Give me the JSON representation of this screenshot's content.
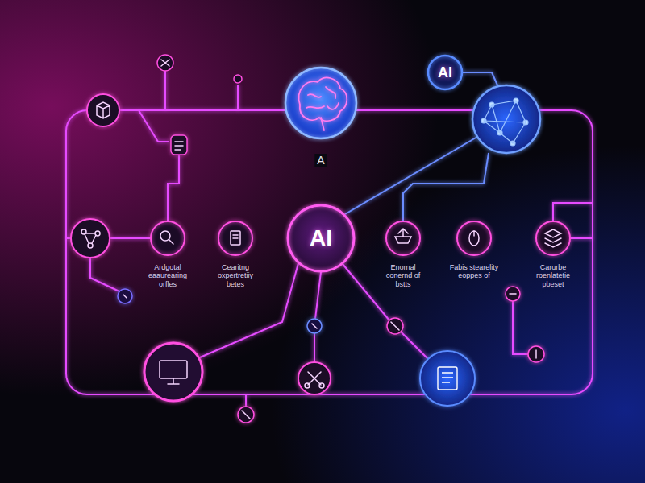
{
  "diagram": {
    "nodes": [
      {
        "text": [
          "A"
        ]
      },
      {
        "text": [
          "AI"
        ]
      },
      {
        "text": [
          "Ardgotal eaaurearing orfles"
        ]
      },
      {
        "text": [
          "Cearitng oxpertretiiy betes"
        ]
      },
      {
        "text": [
          "AI"
        ]
      },
      {
        "text": [
          "Enornal conernd of bstts"
        ]
      },
      {
        "text": [
          "Fabis stearelity eoppes of"
        ]
      },
      {
        "text": [
          "Carurbe roenlatetie pbeset"
        ]
      }
    ],
    "edges": [
      {
        "from": 0,
        "to": 1,
        "arrow": "none"
      },
      {
        "from": 0,
        "to": 4,
        "arrow": "none"
      },
      {
        "from": 2,
        "to": 3,
        "arrow": "none"
      },
      {
        "from": 3,
        "to": 4,
        "arrow": "none"
      },
      {
        "from": 4,
        "to": 5,
        "arrow": "none"
      },
      {
        "from": 5,
        "to": 6,
        "arrow": "none"
      },
      {
        "from": 6,
        "to": 7,
        "arrow": "none"
      }
    ]
  }
}
